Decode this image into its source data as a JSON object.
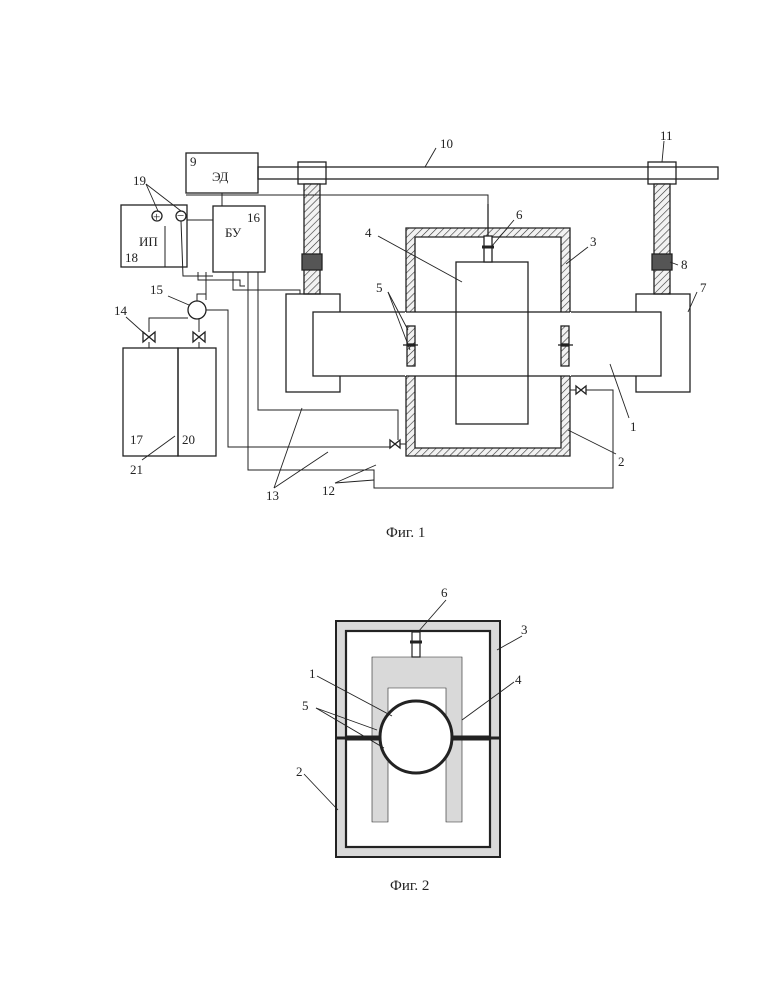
{
  "figure1": {
    "caption": "Фиг. 1",
    "blocks": {
      "motor": "ЭД",
      "control_unit": "БУ",
      "power_supply": "ИП",
      "plus": "+",
      "minus": "−"
    },
    "labels": {
      "n1": "1",
      "n2": "2",
      "n3": "3",
      "n4": "4",
      "n5": "5",
      "n6": "6",
      "n7": "7",
      "n8": "8",
      "n9": "9",
      "n10": "10",
      "n11": "11",
      "n12": "12",
      "n13": "13",
      "n14": "14",
      "n15": "15",
      "n16": "16",
      "n17": "17",
      "n18": "18",
      "n19": "19",
      "n20": "20",
      "n21": "21"
    }
  },
  "figure2": {
    "caption": "Фиг. 2",
    "labels": {
      "n1": "1",
      "n2": "2",
      "n3": "3",
      "n4": "4",
      "n5": "5",
      "n6": "6"
    }
  },
  "colors": {
    "ink": "#222222",
    "fill": "#d9d9d9",
    "paper": "#ffffff"
  }
}
